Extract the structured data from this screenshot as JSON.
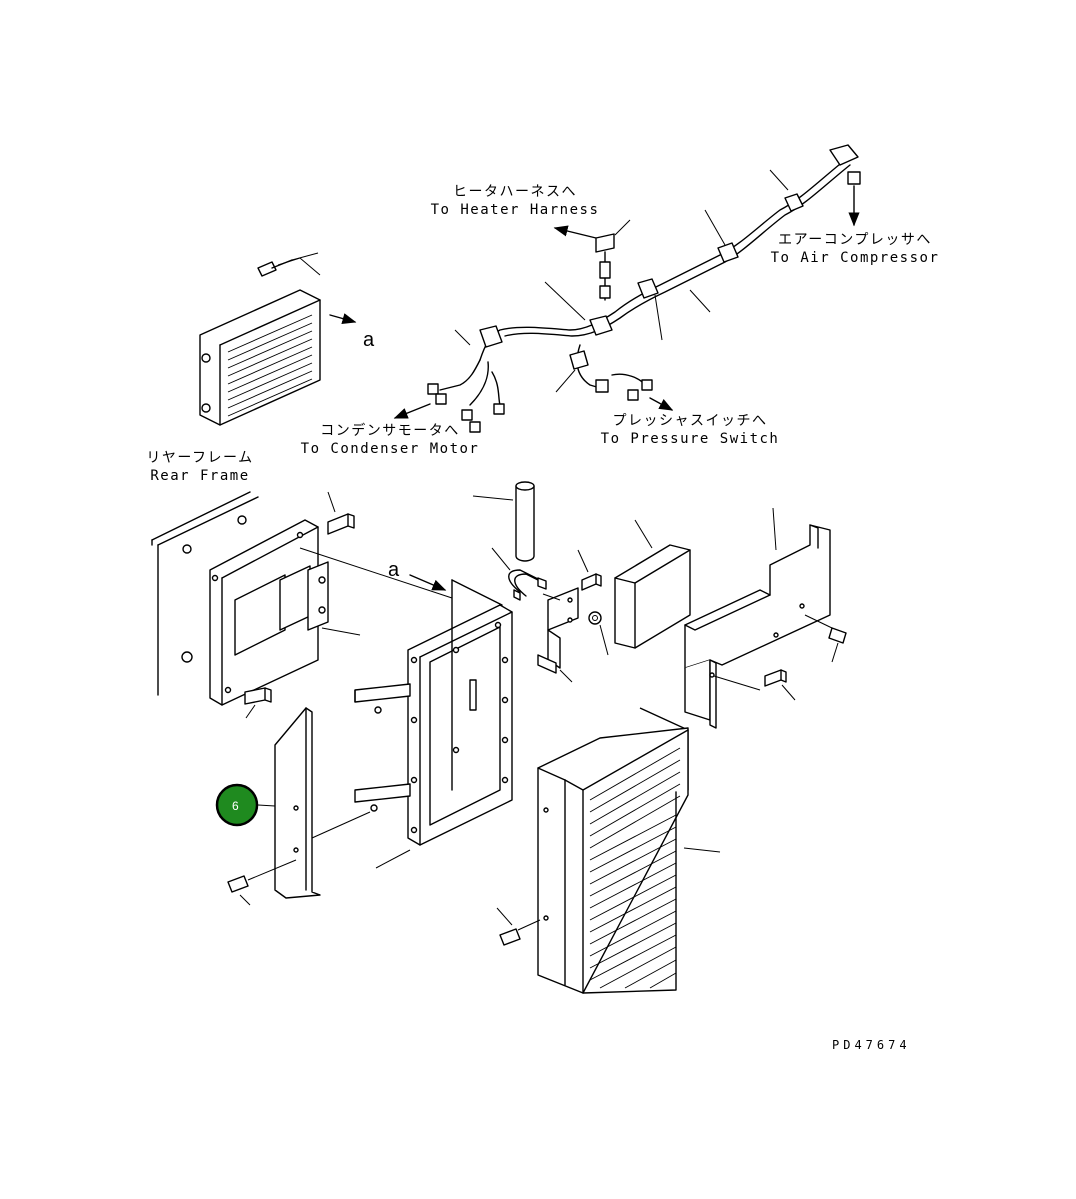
{
  "labels": {
    "heater_harness_jp": "ヒータハーネスへ",
    "heater_harness_en": "To Heater Harness",
    "air_compressor_jp": "エアーコンプレッサへ",
    "air_compressor_en": "To Air Compressor",
    "condenser_motor_jp": "コンデンサモータへ",
    "condenser_motor_en": "To Condenser Motor",
    "pressure_switch_jp": "プレッシャスイッチへ",
    "pressure_switch_en": "To Pressure Switch",
    "rear_frame_jp": "リヤーフレーム",
    "rear_frame_en": "Rear Frame",
    "view_marker_top": "a",
    "view_marker_mid": "a"
  },
  "callout": {
    "number": "6",
    "color": "#1f8a1f"
  },
  "drawing_id": "PD47674"
}
